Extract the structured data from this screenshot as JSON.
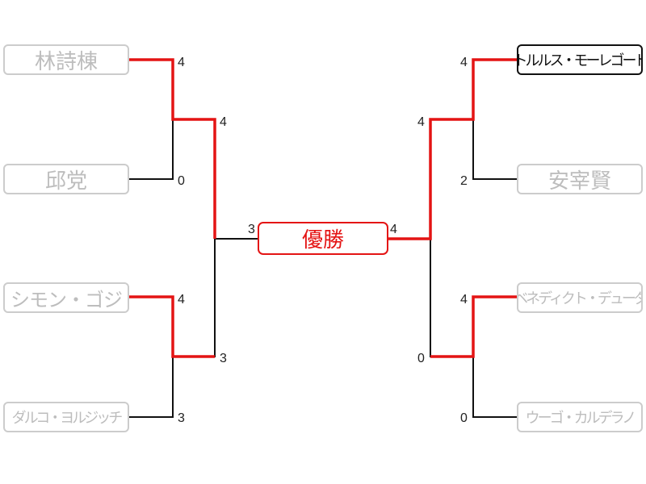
{
  "colors": {
    "winner_path": "#e41414",
    "loser_path": "#111111",
    "eliminated_text": "#bdbdbd",
    "champion_text": "#e41414"
  },
  "champion": {
    "label": "優勝"
  },
  "players": [
    {
      "name": "林詩棟"
    },
    {
      "name": "邱党"
    },
    {
      "name": "シモン・ゴジ"
    },
    {
      "name": "ダルコ・ヨルジッチ"
    },
    {
      "name": "トルルス・モーレゴード"
    },
    {
      "name": "安宰賢"
    },
    {
      "name": "ベネディクト・デューダ"
    },
    {
      "name": "ウーゴ・カルデラノ"
    }
  ],
  "scores": {
    "left_r1": [
      "4",
      "0",
      "4",
      "3"
    ],
    "left_r2": [
      "4",
      "3"
    ],
    "left_final": "3",
    "right_r1": [
      "4",
      "2",
      "4",
      "0"
    ],
    "right_r2": [
      "4",
      "0"
    ],
    "right_final": "4"
  }
}
